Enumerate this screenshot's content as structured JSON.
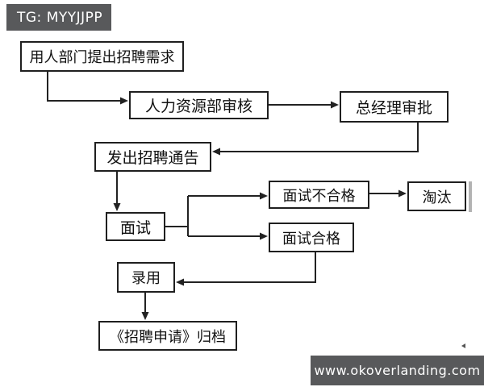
{
  "badges": {
    "top_left": "TG: MYYJJPP",
    "watermark": "www.okoverlanding.com"
  },
  "flowchart": {
    "nodes": [
      {
        "id": "need",
        "label": "用人部门提出招聘需求"
      },
      {
        "id": "hr_review",
        "label": "人力资源部审核"
      },
      {
        "id": "gm_approve",
        "label": "总经理审批"
      },
      {
        "id": "notice",
        "label": "发出招聘通告"
      },
      {
        "id": "interview",
        "label": "面试"
      },
      {
        "id": "fail",
        "label": "面试不合格"
      },
      {
        "id": "eliminate",
        "label": "淘汰"
      },
      {
        "id": "pass",
        "label": "面试合格"
      },
      {
        "id": "hire",
        "label": "录用"
      },
      {
        "id": "archive",
        "label": "《招聘申请》归档"
      }
    ],
    "edges": [
      {
        "from": "用人部门提出招聘需求",
        "to": "人力资源部审核"
      },
      {
        "from": "人力资源部审核",
        "to": "总经理审批"
      },
      {
        "from": "总经理审批",
        "to": "发出招聘通告"
      },
      {
        "from": "发出招聘通告",
        "to": "面试"
      },
      {
        "from": "面试",
        "to": "面试不合格"
      },
      {
        "from": "面试",
        "to": "面试合格"
      },
      {
        "from": "面试不合格",
        "to": "淘汰"
      },
      {
        "from": "面试合格",
        "to": "录用"
      },
      {
        "from": "录用",
        "to": "《招聘申请》归档"
      }
    ]
  },
  "colors": {
    "badge_bg": "#58595b",
    "box_border": "#1f1f1f",
    "box_bg": "#ffffff",
    "line": "#222222",
    "side_bar": "#b3b3b3"
  }
}
